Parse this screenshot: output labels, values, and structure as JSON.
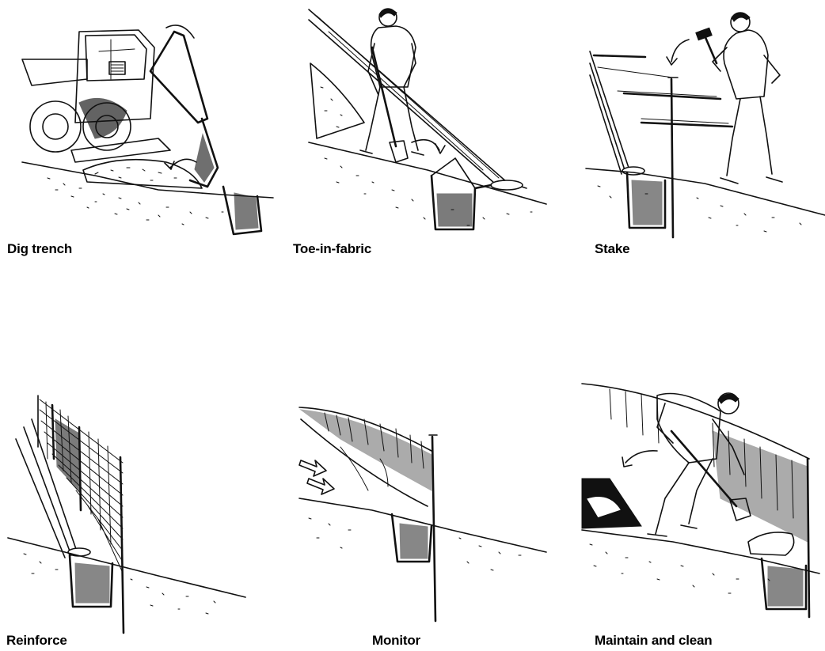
{
  "steps": [
    {
      "caption": "Dig trench",
      "icon": "backhoe-digging-trench-illustration"
    },
    {
      "caption": "Toe-in-fabric",
      "icon": "worker-shoveling-fabric-into-trench-illustration"
    },
    {
      "caption": "Stake",
      "icon": "worker-hammering-stake-illustration"
    },
    {
      "caption": "Reinforce",
      "icon": "wire-mesh-reinforced-fence-illustration"
    },
    {
      "caption": "Monitor",
      "icon": "silt-fence-with-runoff-arrows-illustration"
    },
    {
      "caption": "Maintain and clean",
      "icon": "worker-removing-sediment-illustration"
    }
  ]
}
